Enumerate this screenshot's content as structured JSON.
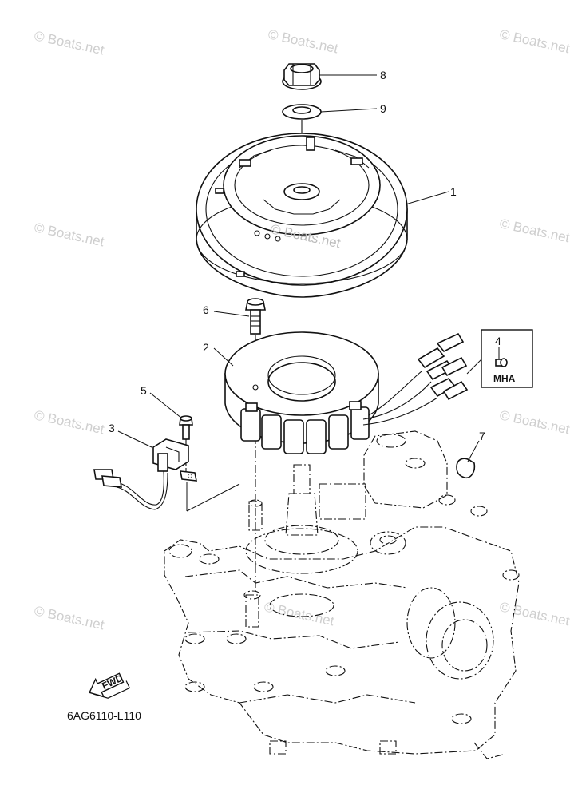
{
  "watermark": "© Boats.net",
  "callouts": {
    "p1": "1",
    "p2": "2",
    "p3": "3",
    "p4": "4",
    "p5": "5",
    "p6": "6",
    "p7": "7",
    "p8": "8",
    "p9": "9"
  },
  "inset_label": "MHA",
  "fwd_label": "FWD",
  "drawing_code": "6AG6110-L110"
}
